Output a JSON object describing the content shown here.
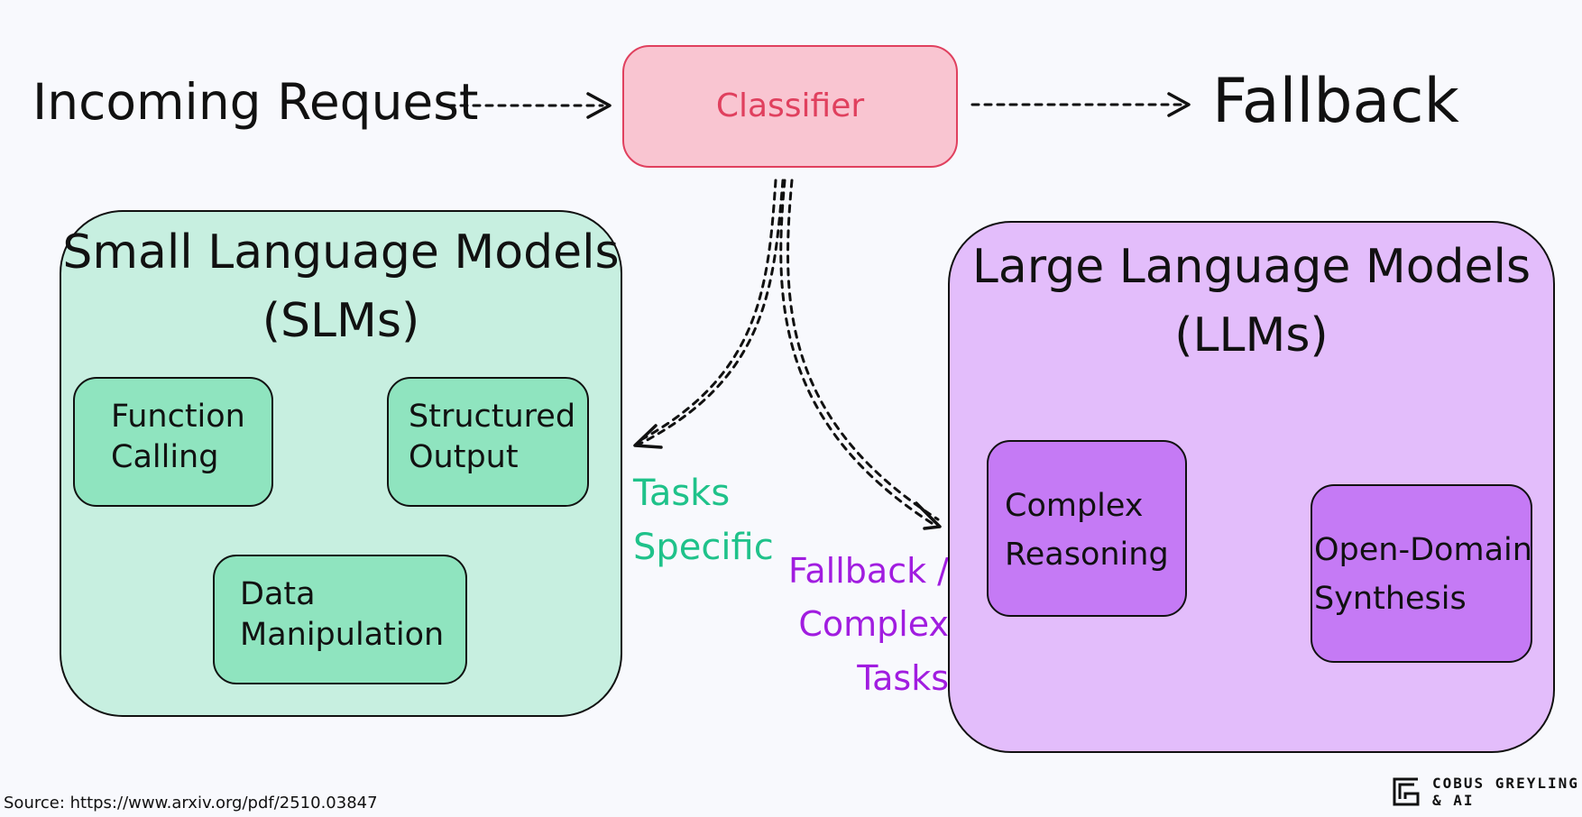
{
  "nodes": {
    "incoming_request": "Incoming Request",
    "classifier": "Classifier",
    "fallback": "Fallback"
  },
  "slm": {
    "title_line1": "Small Language Models",
    "title_line2": "(SLMs)",
    "items": [
      {
        "line1": "Function",
        "line2": "Calling"
      },
      {
        "line1": "Structured",
        "line2": "Output"
      },
      {
        "line1": "Data",
        "line2": "Manipulation"
      }
    ]
  },
  "llm": {
    "title_line1": "Large Language Models",
    "title_line2": "(LLMs)",
    "items": [
      {
        "line1": "Complex",
        "line2": "Reasoning"
      },
      {
        "line1": "Open-Domain",
        "line2": "Synthesis"
      }
    ]
  },
  "edge_labels": {
    "tasks_specific_line1": "Tasks",
    "tasks_specific_line2": "Specific",
    "fallback_complex_line1": "Fallback /",
    "fallback_complex_line2": "Complex",
    "fallback_complex_line3": "Tasks"
  },
  "footer": {
    "source": "Source: https://www.arxiv.org/pdf/2510.03847",
    "brand_line1": "COBUS GREYLING",
    "brand_line2": "& AI"
  },
  "colors": {
    "classifier_fill": "#f9c5d1",
    "classifier_border": "#e0405e",
    "classifier_text": "#e0405e",
    "slm_container": "#c7efe0",
    "slm_item": "#8fe4bf",
    "llm_container": "#e3bdfb",
    "llm_item": "#c57af5",
    "tasks_specific_text": "#1fc28a",
    "fallback_complex_text": "#a11de0",
    "ink": "#111111"
  },
  "icons": {
    "brand_logo": "cobus-greyling-logo-icon"
  }
}
